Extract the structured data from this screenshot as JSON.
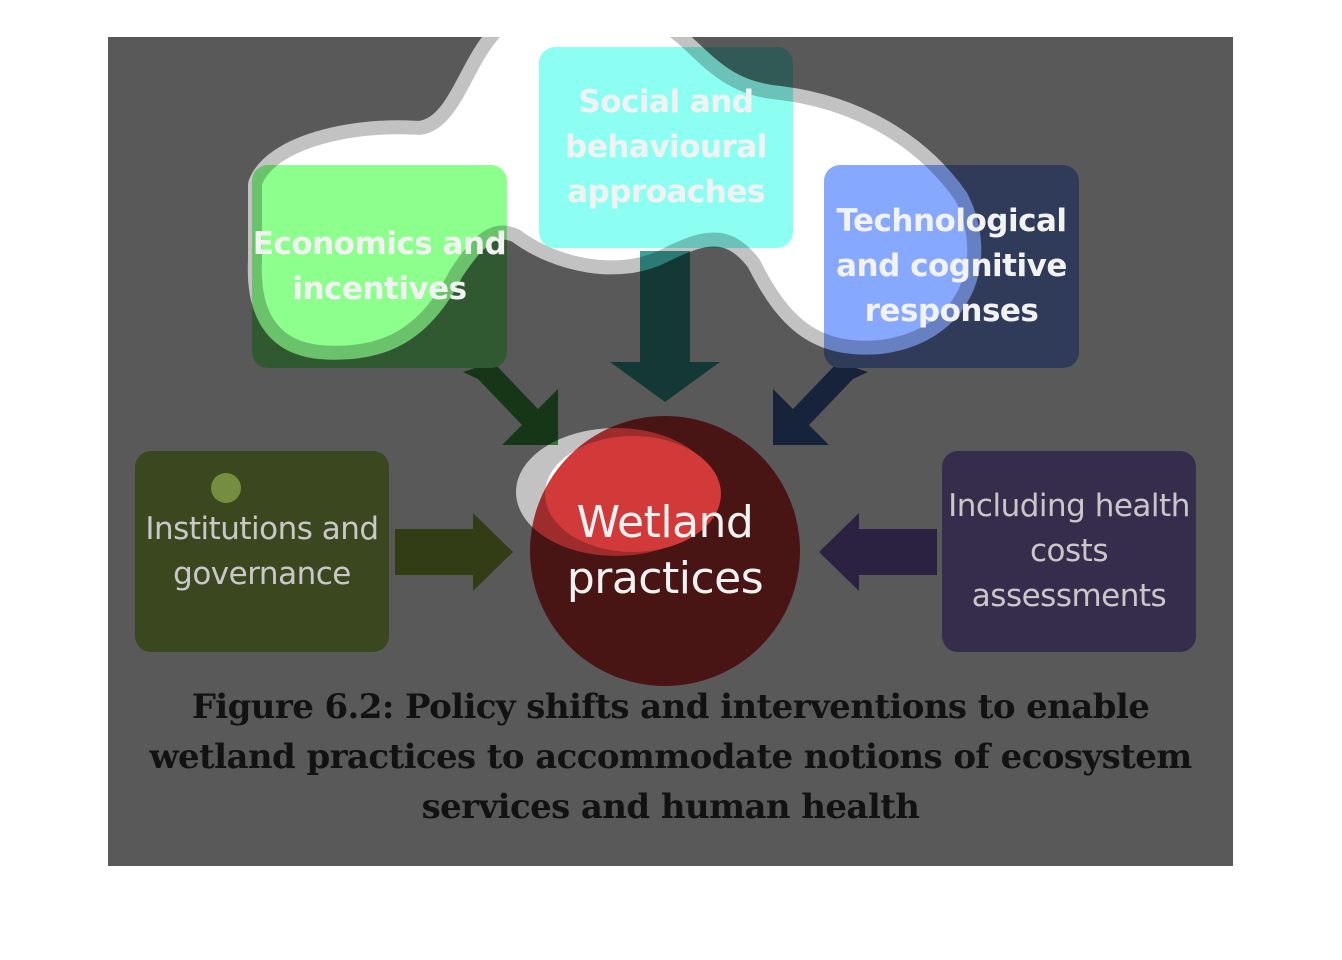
{
  "diagram": {
    "nodes": {
      "economics": "Economics and incentives",
      "social": "Social and behavioural approaches",
      "technological": "Technological and cognitive responses",
      "institutions": "Institutions and governance",
      "health": "Including health costs assessments",
      "center": "Wetland practices"
    },
    "colors": {
      "economics": "#8cff8c",
      "social": "#8cfff2",
      "technological": "#86a9ff",
      "institutions": "#a9cd5a",
      "health": "#9a7ed8",
      "center": "#d23a3a"
    }
  },
  "caption": "Figure 6.2: Policy shifts and interventions to enable wetland practices to accommodate notions of ecosystem services and human health"
}
